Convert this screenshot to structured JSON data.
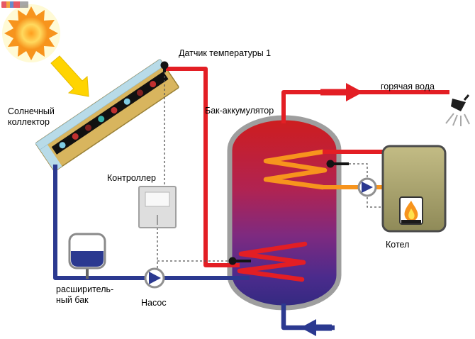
{
  "diagram": {
    "type": "solar-water-heating-system-schematic",
    "labels": {
      "temperature_sensor": "Датчик температуры 1",
      "solar_collector": [
        "Солнечный",
        "коллектор"
      ],
      "storage_tank": "Бак-аккумулятор",
      "hot_water": "горячая вода",
      "controller": "Контроллер",
      "boiler": "Котел",
      "expansion_tank": [
        "расширитель-",
        "ный бак"
      ],
      "pump": "Насос"
    },
    "colors": {
      "hot_pipe": "#e31e24",
      "cold_pipe": "#2b3990",
      "boiler_loop_pipe": "#f7941d",
      "sunlight_arrow": "#ffd400",
      "sun": "#f7941d",
      "tank_gradient_top": "#cf1d1d",
      "tank_gradient_bottom": "#322a80",
      "boiler_body_light": "#c3bc85",
      "boiler_body_dark": "#8f8a58",
      "collector_frame": "#d8b55e",
      "collector_glass": "#b8dbe8"
    }
  }
}
